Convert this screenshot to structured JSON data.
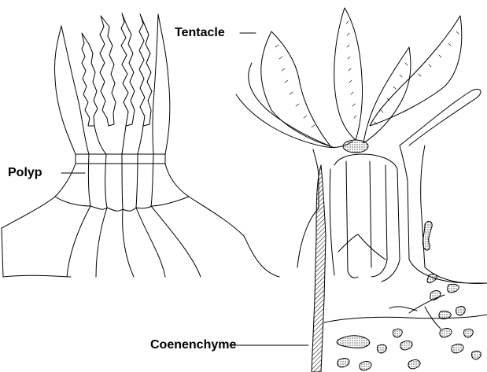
{
  "labels": {
    "tentacle": "Tentacle",
    "polyp": "Polyp",
    "coenenchyme": "Coenenchyme"
  },
  "colors": {
    "ink": "#000000",
    "background": "#ffffff"
  }
}
